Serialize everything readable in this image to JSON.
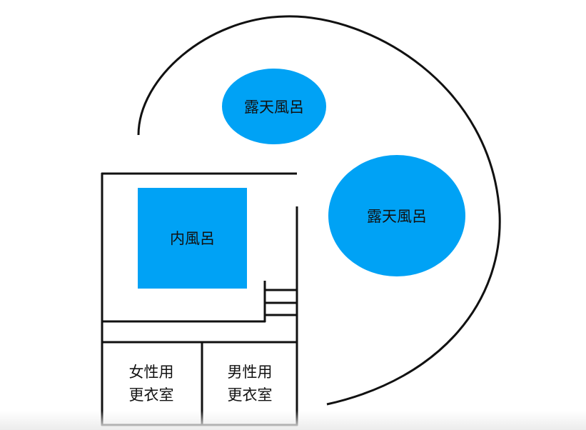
{
  "colors": {
    "pool": "#00a2f5",
    "line": "#111111",
    "background": "#ffffff"
  },
  "outdoor_bath_top": {
    "label": "露天風呂"
  },
  "outdoor_bath_right": {
    "label": "露天風呂"
  },
  "indoor_bath": {
    "label": "内風呂"
  },
  "womens_changing_room": {
    "line1": "女性用",
    "line2": "更衣室"
  },
  "mens_changing_room": {
    "line1": "男性用",
    "line2": "更衣室"
  }
}
